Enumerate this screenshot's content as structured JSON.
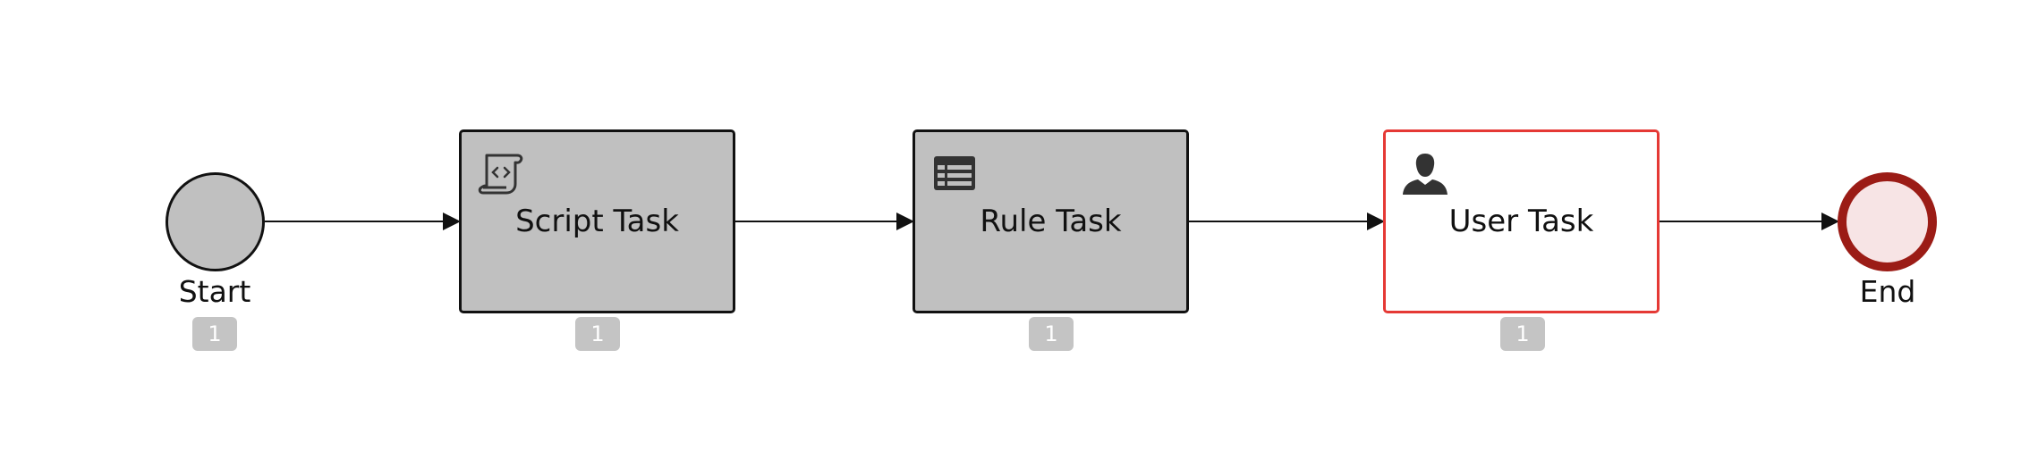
{
  "colors": {
    "task_fill": "#c0c0c0",
    "task_border": "#111111",
    "active_border": "#e53935",
    "end_border": "#9b1c16",
    "end_fill": "#f7e4e5",
    "badge": "#c4c4c4",
    "flow_line": "#111111"
  },
  "nodes": {
    "start": {
      "label": "Start",
      "badge": "1",
      "type": "start-event"
    },
    "script_task": {
      "label": "Script Task",
      "badge": "1",
      "icon": "script-icon",
      "state": "completed"
    },
    "rule_task": {
      "label": "Rule Task",
      "badge": "1",
      "icon": "table-icon",
      "state": "completed"
    },
    "user_task": {
      "label": "User Task",
      "badge": "1",
      "icon": "user-icon",
      "state": "active"
    },
    "end": {
      "label": "End",
      "type": "end-event"
    }
  },
  "sequence_flows": [
    {
      "from": "start",
      "to": "script_task"
    },
    {
      "from": "script_task",
      "to": "rule_task"
    },
    {
      "from": "rule_task",
      "to": "user_task"
    },
    {
      "from": "user_task",
      "to": "end"
    }
  ]
}
